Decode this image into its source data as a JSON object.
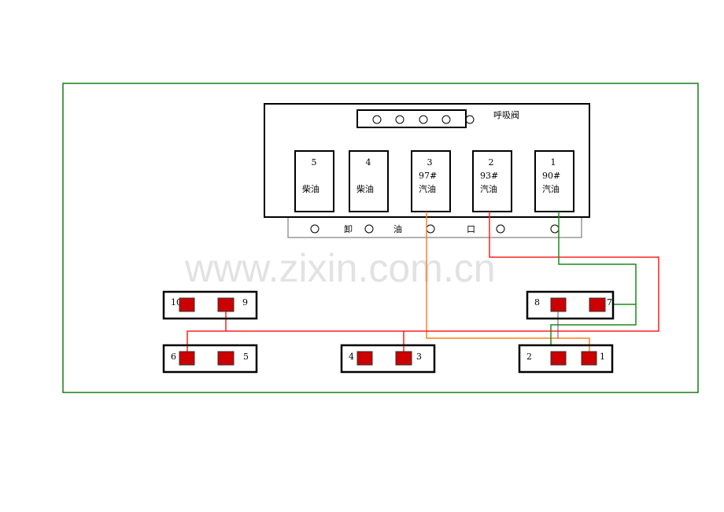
{
  "watermark": "www.zixin.com.cn",
  "vent_label": "呼吸阀",
  "tanks": [
    {
      "number": "5",
      "grade": "",
      "fuel": "柴油"
    },
    {
      "number": "4",
      "grade": "",
      "fuel": "柴油"
    },
    {
      "number": "3",
      "grade": "97#",
      "fuel": "汽油"
    },
    {
      "number": "2",
      "grade": "93#",
      "fuel": "汽油"
    },
    {
      "number": "1",
      "grade": "90#",
      "fuel": "汽油"
    }
  ],
  "unload_labels": [
    "卸",
    "油",
    "口"
  ],
  "dispensers": [
    {
      "left": "10",
      "right": "9"
    },
    {
      "left": "6",
      "right": "5"
    },
    {
      "left": "4",
      "right": "3"
    },
    {
      "left": "8",
      "right": "7"
    },
    {
      "left": "2",
      "right": "1"
    }
  ],
  "colors": {
    "frame": "#1a7a1a",
    "red": "#ff2020",
    "orange": "#ff7f1a",
    "green": "#1a8a1a",
    "nozzle": "#cc0000"
  }
}
